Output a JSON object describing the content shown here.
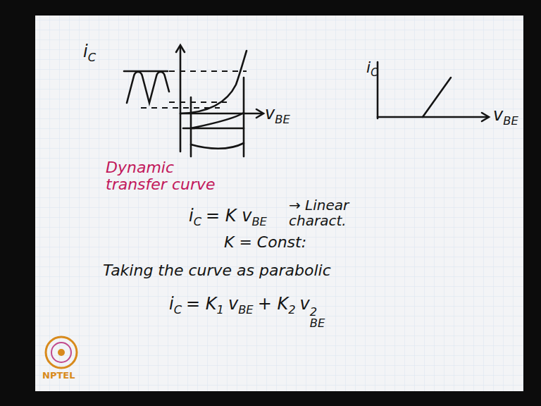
{
  "diagram": {
    "labels": [
      "i",
      "C",
      "v",
      "BE",
      "i",
      "C",
      "v",
      "BE",
      "Dynamic transfer curve",
      "i",
      "C",
      "= K v",
      "BE",
      "→ Linear charact.",
      "K = Const:",
      "Taking the curve as parabolic",
      "i",
      "C",
      "= K",
      "1",
      "v",
      "BE",
      "+ K",
      "2",
      "v",
      "BE",
      "2",
      "NPTEL"
    ]
  }
}
